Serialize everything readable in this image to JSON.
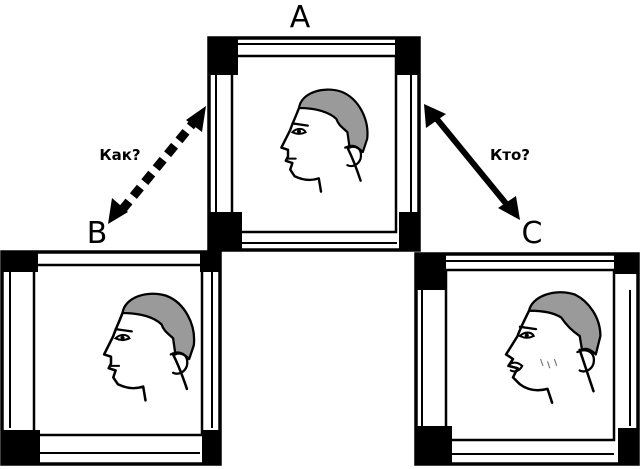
{
  "labels": {
    "top": "A",
    "left": "B",
    "right": "C",
    "question_left": "Как?",
    "question_right": "Кто?"
  },
  "colors": {
    "ink": "#000000",
    "hair_shade": "#9a9a9a",
    "background": "#ffffff"
  },
  "icons": {
    "arrow_left": "dashed-double-arrow-icon",
    "arrow_right": "solid-double-arrow-icon",
    "portrait": "face-profile-icon"
  }
}
